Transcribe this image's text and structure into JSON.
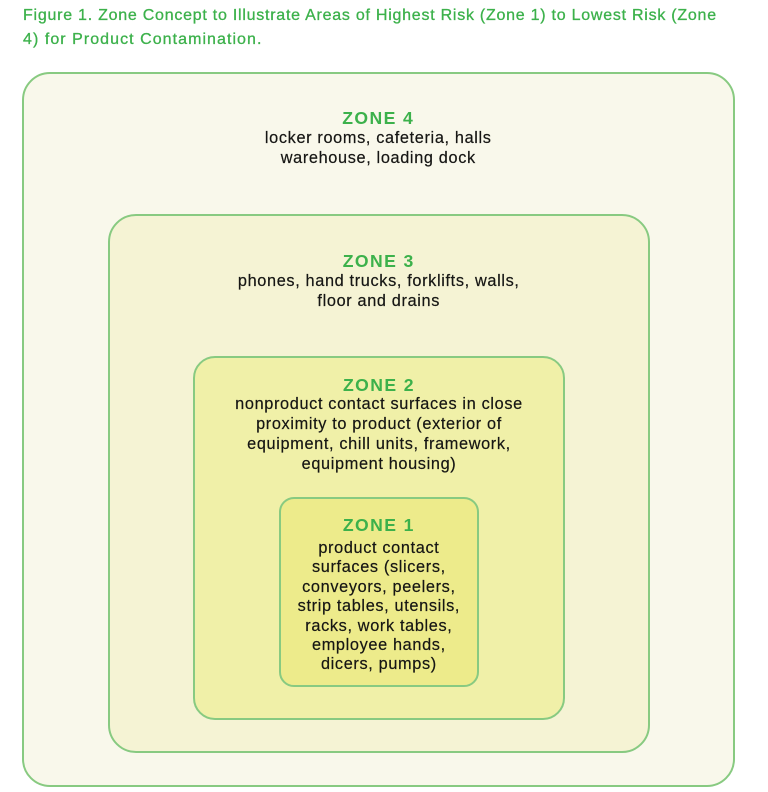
{
  "title": {
    "lines": [
      "Figure 1. Zone Concept to Illustrate Areas of Highest Risk (Zone 1) to Lowest Risk (Zone",
      "4) for Product Contamination."
    ]
  },
  "colors": {
    "title_green": "#3cb14b",
    "heading_green": "#3cb14b",
    "border_green": "#88ca81",
    "zone4_fill": "#f9f8eb",
    "zone3_fill": "#f5f3d4",
    "zone2_fill": "#f0f0a8",
    "zone1_fill": "#edeb8b",
    "body_text": "#161614",
    "page_background": "#ffffff"
  },
  "zones": [
    {
      "heading": "ZONE 4",
      "lines": [
        "locker rooms, cafeteria, halls",
        "warehouse, loading dock"
      ]
    },
    {
      "heading": "ZONE 3",
      "lines": [
        "phones, hand trucks, forklifts, walls,",
        "floor and drains"
      ]
    },
    {
      "heading": "ZONE 2",
      "lines": [
        "nonproduct contact surfaces in close",
        "proximity to product (exterior of",
        "equipment, chill units, framework,",
        "equipment housing)"
      ]
    },
    {
      "heading": "ZONE 1",
      "lines": [
        "product contact",
        "surfaces (slicers,",
        "conveyors, peelers,",
        "strip tables, utensils,",
        "racks, work tables,",
        "employee hands,",
        "dicers, pumps)"
      ]
    }
  ]
}
